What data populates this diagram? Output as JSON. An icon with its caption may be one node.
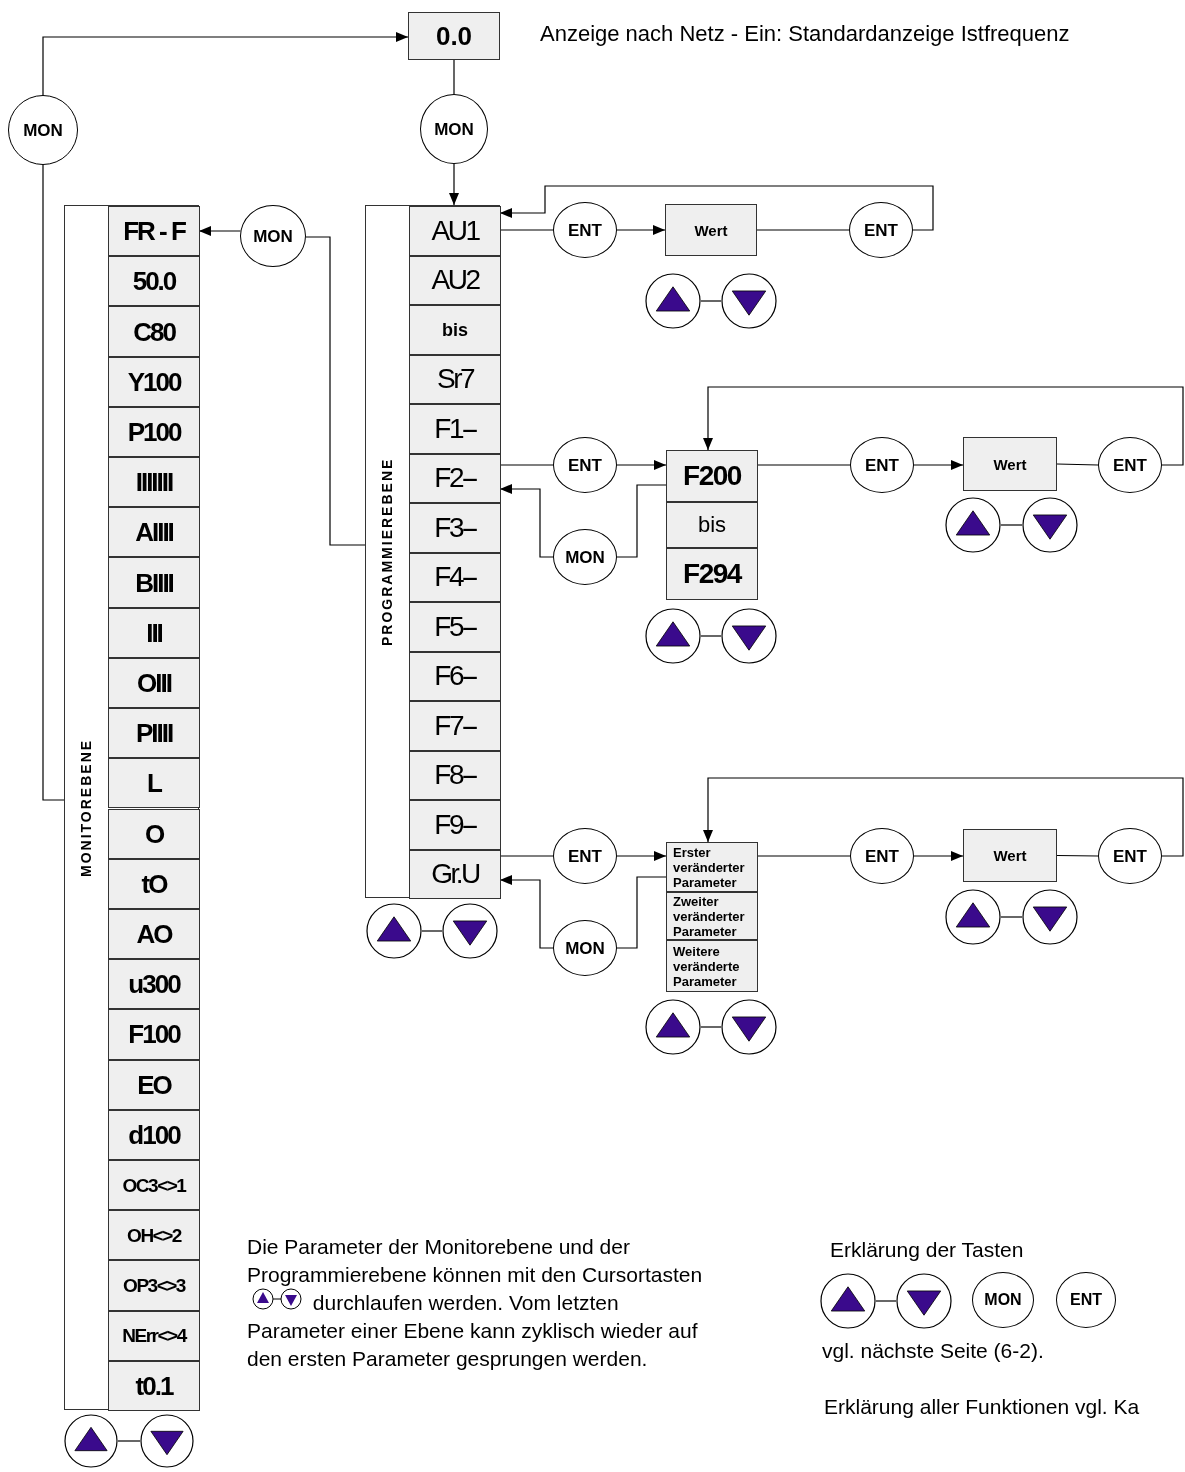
{
  "diagram": {
    "nodes": [
      {
        "text": [
          "0.0"
        ],
        "beside": [
          "Anzeige nach Netz - Ein: Standardanzeige Istfrequenz"
        ]
      },
      {
        "text": [
          "MON"
        ]
      },
      {
        "text": [
          "MON"
        ]
      },
      {
        "text": [
          "MONITOREBENE"
        ]
      },
      {
        "text": [
          "FR - F"
        ],
        "in": 3
      },
      {
        "text": [
          "50.0"
        ],
        "in": 3
      },
      {
        "text": [
          "C80"
        ],
        "in": 3
      },
      {
        "text": [
          "Y100"
        ],
        "in": 3
      },
      {
        "text": [
          "P100"
        ],
        "in": 3
      },
      {
        "text": [
          "IIIIIII"
        ],
        "in": 3
      },
      {
        "text": [
          "AIIII"
        ],
        "in": 3
      },
      {
        "text": [
          "BIIII"
        ],
        "in": 3
      },
      {
        "text": [
          "III"
        ],
        "in": 3
      },
      {
        "text": [
          "OIII"
        ],
        "in": 3
      },
      {
        "text": [
          "PIIII"
        ],
        "in": 3
      },
      {
        "text": [
          "L"
        ],
        "in": 3
      },
      {
        "text": [
          "O"
        ],
        "in": 3
      },
      {
        "text": [
          "tO"
        ],
        "in": 3
      },
      {
        "text": [
          "AO"
        ],
        "in": 3
      },
      {
        "text": [
          "u300"
        ],
        "in": 3
      },
      {
        "text": [
          "F100"
        ],
        "in": 3
      },
      {
        "text": [
          "EO"
        ],
        "in": 3
      },
      {
        "text": [
          "d100"
        ],
        "in": 3
      },
      {
        "text": [
          "OC3<>1"
        ],
        "in": 3
      },
      {
        "text": [
          "OH<>2"
        ],
        "in": 3
      },
      {
        "text": [
          "OP3<>3"
        ],
        "in": 3
      },
      {
        "text": [
          "NErr<>4"
        ],
        "in": 3
      },
      {
        "text": [
          "t0.1"
        ],
        "in": 3
      },
      {
        "text": [
          "MON"
        ]
      },
      {
        "text": [
          "PROGRAMMIEREBENE"
        ]
      },
      {
        "text": [
          "AU1"
        ],
        "in": 29
      },
      {
        "text": [
          "AU2"
        ],
        "in": 29
      },
      {
        "text": [
          "bis"
        ],
        "in": 29
      },
      {
        "text": [
          "Sr7"
        ],
        "in": 29
      },
      {
        "text": [
          "F1--"
        ],
        "in": 29
      },
      {
        "text": [
          "F2--"
        ],
        "in": 29
      },
      {
        "text": [
          "F3--"
        ],
        "in": 29
      },
      {
        "text": [
          "F4--"
        ],
        "in": 29
      },
      {
        "text": [
          "F5--"
        ],
        "in": 29
      },
      {
        "text": [
          "F6--"
        ],
        "in": 29
      },
      {
        "text": [
          "F7--"
        ],
        "in": 29
      },
      {
        "text": [
          "F8--"
        ],
        "in": 29
      },
      {
        "text": [
          "F9--"
        ],
        "in": 29
      },
      {
        "text": [
          "Gr.U"
        ],
        "in": 29
      },
      {
        "text": [
          "ENT"
        ]
      },
      {
        "text": [
          "Wert"
        ]
      },
      {
        "text": [
          "ENT"
        ]
      },
      {
        "text": [],
        "shape": "circle"
      },
      {
        "text": [],
        "shape": "circle"
      },
      {
        "text": [
          "ENT"
        ]
      },
      {
        "text": [
          "F200"
        ]
      },
      {
        "text": [
          "bis"
        ]
      },
      {
        "text": [
          "F294"
        ]
      },
      {
        "text": [
          "ENT"
        ]
      },
      {
        "text": [
          "Wert"
        ]
      },
      {
        "text": [
          "ENT"
        ]
      },
      {
        "text": [],
        "shape": "circle"
      },
      {
        "text": [],
        "shape": "circle"
      },
      {
        "text": [
          "MON"
        ]
      },
      {
        "text": [],
        "shape": "circle"
      },
      {
        "text": [],
        "shape": "circle"
      },
      {
        "text": [
          "ENT"
        ]
      },
      {
        "text": [
          "Erster veränderter Parameter"
        ]
      },
      {
        "text": [
          "Zweiter veränderter Parameter"
        ]
      },
      {
        "text": [
          "Weitere veränderte Parameter"
        ]
      },
      {
        "text": [
          "ENT"
        ]
      },
      {
        "text": [
          "Wert"
        ]
      },
      {
        "text": [
          "ENT"
        ]
      },
      {
        "text": [],
        "shape": "circle"
      },
      {
        "text": [],
        "shape": "circle"
      },
      {
        "text": [
          "MON"
        ]
      },
      {
        "text": [],
        "shape": "circle"
      },
      {
        "text": [],
        "shape": "circle"
      },
      {
        "text": [],
        "shape": "circle"
      },
      {
        "text": [],
        "shape": "circle"
      },
      {
        "text": [],
        "shape": "circle"
      },
      {
        "text": [],
        "shape": "circle"
      },
      {
        "text": [],
        "shape": "circle"
      },
      {
        "text": [],
        "shape": "circle"
      },
      {
        "text": [
          "MON"
        ]
      },
      {
        "text": [
          "ENT"
        ]
      }
    ],
    "edges": [
      {
        "from": 3,
        "to": 1,
        "arrow": "none"
      },
      {
        "from": 1,
        "to": 0,
        "arrow": "to"
      },
      {
        "from": 0,
        "to": 2,
        "arrow": "none"
      },
      {
        "from": 2,
        "to": 30,
        "arrow": "to"
      },
      {
        "from": 29,
        "to": 28,
        "arrow": "none"
      },
      {
        "from": 28,
        "to": 4,
        "arrow": "to"
      },
      {
        "from": 30,
        "to": 44,
        "arrow": "none"
      },
      {
        "from": 44,
        "to": 45,
        "arrow": "to"
      },
      {
        "from": 45,
        "to": 46,
        "arrow": "none"
      },
      {
        "from": 46,
        "to": 30,
        "arrow": "to"
      },
      {
        "from": 47,
        "to": 48,
        "arrow": "none"
      },
      {
        "from": 35,
        "to": 49,
        "arrow": "none"
      },
      {
        "from": 49,
        "to": 50,
        "arrow": "to"
      },
      {
        "from": 50,
        "to": 53,
        "arrow": "none"
      },
      {
        "from": 53,
        "to": 54,
        "arrow": "to"
      },
      {
        "from": 54,
        "to": 55,
        "arrow": "none"
      },
      {
        "from": 55,
        "to": 50,
        "arrow": "to"
      },
      {
        "from": 56,
        "to": 57,
        "arrow": "none"
      },
      {
        "from": 50,
        "to": 58,
        "arrow": "none"
      },
      {
        "from": 58,
        "to": 35,
        "arrow": "to"
      },
      {
        "from": 59,
        "to": 60,
        "arrow": "none"
      },
      {
        "from": 43,
        "to": 61,
        "arrow": "none"
      },
      {
        "from": 61,
        "to": 62,
        "arrow": "to"
      },
      {
        "from": 62,
        "to": 65,
        "arrow": "none"
      },
      {
        "from": 65,
        "to": 66,
        "arrow": "to"
      },
      {
        "from": 66,
        "to": 67,
        "arrow": "none"
      },
      {
        "from": 67,
        "to": 62,
        "arrow": "to"
      },
      {
        "from": 68,
        "to": 69,
        "arrow": "none"
      },
      {
        "from": 62,
        "to": 70,
        "arrow": "none"
      },
      {
        "from": 70,
        "to": 43,
        "arrow": "to"
      },
      {
        "from": 71,
        "to": 72,
        "arrow": "none"
      },
      {
        "from": 73,
        "to": 74,
        "arrow": "none"
      },
      {
        "from": 75,
        "to": 76,
        "arrow": "none"
      },
      {
        "from": 77,
        "to": 78,
        "arrow": "none"
      }
    ],
    "labels": [
      "Die Parameter der Monitorebene und der Programmierebene können mit den Cursortasten durchlaufen werden. Vom letzten Parameter einer Ebene kann zyklisch wieder auf den ersten Parameter gesprungen werden.",
      "Erklärung der Tasten",
      "vgl. nächste Seite (6-2).",
      "Erklärung aller Funktionen vgl. Ka"
    ]
  }
}
